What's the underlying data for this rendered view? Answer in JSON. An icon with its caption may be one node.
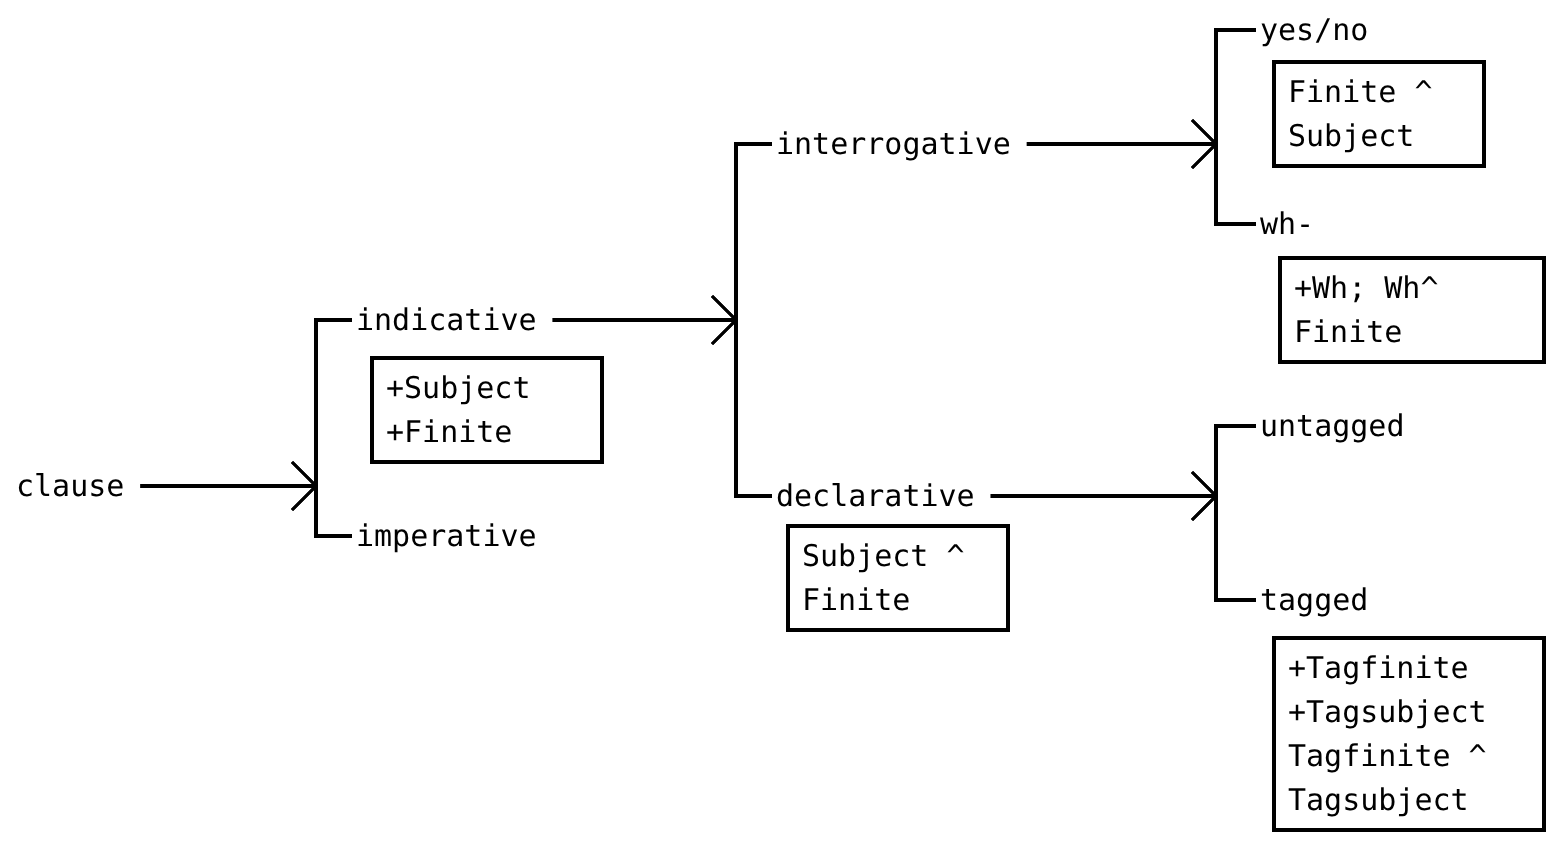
{
  "diagram": {
    "nodes": [
      {
        "text": [
          "clause"
        ]
      },
      {
        "text": [
          "indicative"
        ]
      },
      {
        "text": [
          "+Subject +Finite"
        ]
      },
      {
        "text": [
          "imperative"
        ]
      },
      {
        "text": [
          "interrogative"
        ]
      },
      {
        "text": [
          "yes/no"
        ]
      },
      {
        "text": [
          "Finite ^ Subject"
        ]
      },
      {
        "text": [
          "wh-"
        ]
      },
      {
        "text": [
          "+Wh; Wh^ Finite"
        ]
      },
      {
        "text": [
          "declarative"
        ]
      },
      {
        "text": [
          "Subject ^ Finite"
        ]
      },
      {
        "text": [
          "untagged"
        ]
      },
      {
        "text": [
          "tagged"
        ]
      },
      {
        "text": [
          "+Tagfinite +Tagsubject Tagfinite ^ Tagsubject"
        ]
      }
    ],
    "edges": [
      {
        "from": 0,
        "to": 1,
        "arrow": "to"
      },
      {
        "from": 0,
        "to": 3,
        "arrow": "to"
      },
      {
        "from": 1,
        "to": 4,
        "arrow": "to"
      },
      {
        "from": 1,
        "to": 9,
        "arrow": "to"
      },
      {
        "from": 4,
        "to": 5,
        "arrow": "to"
      },
      {
        "from": 4,
        "to": 7,
        "arrow": "to"
      },
      {
        "from": 9,
        "to": 11,
        "arrow": "to"
      },
      {
        "from": 9,
        "to": 12,
        "arrow": "to"
      }
    ]
  }
}
